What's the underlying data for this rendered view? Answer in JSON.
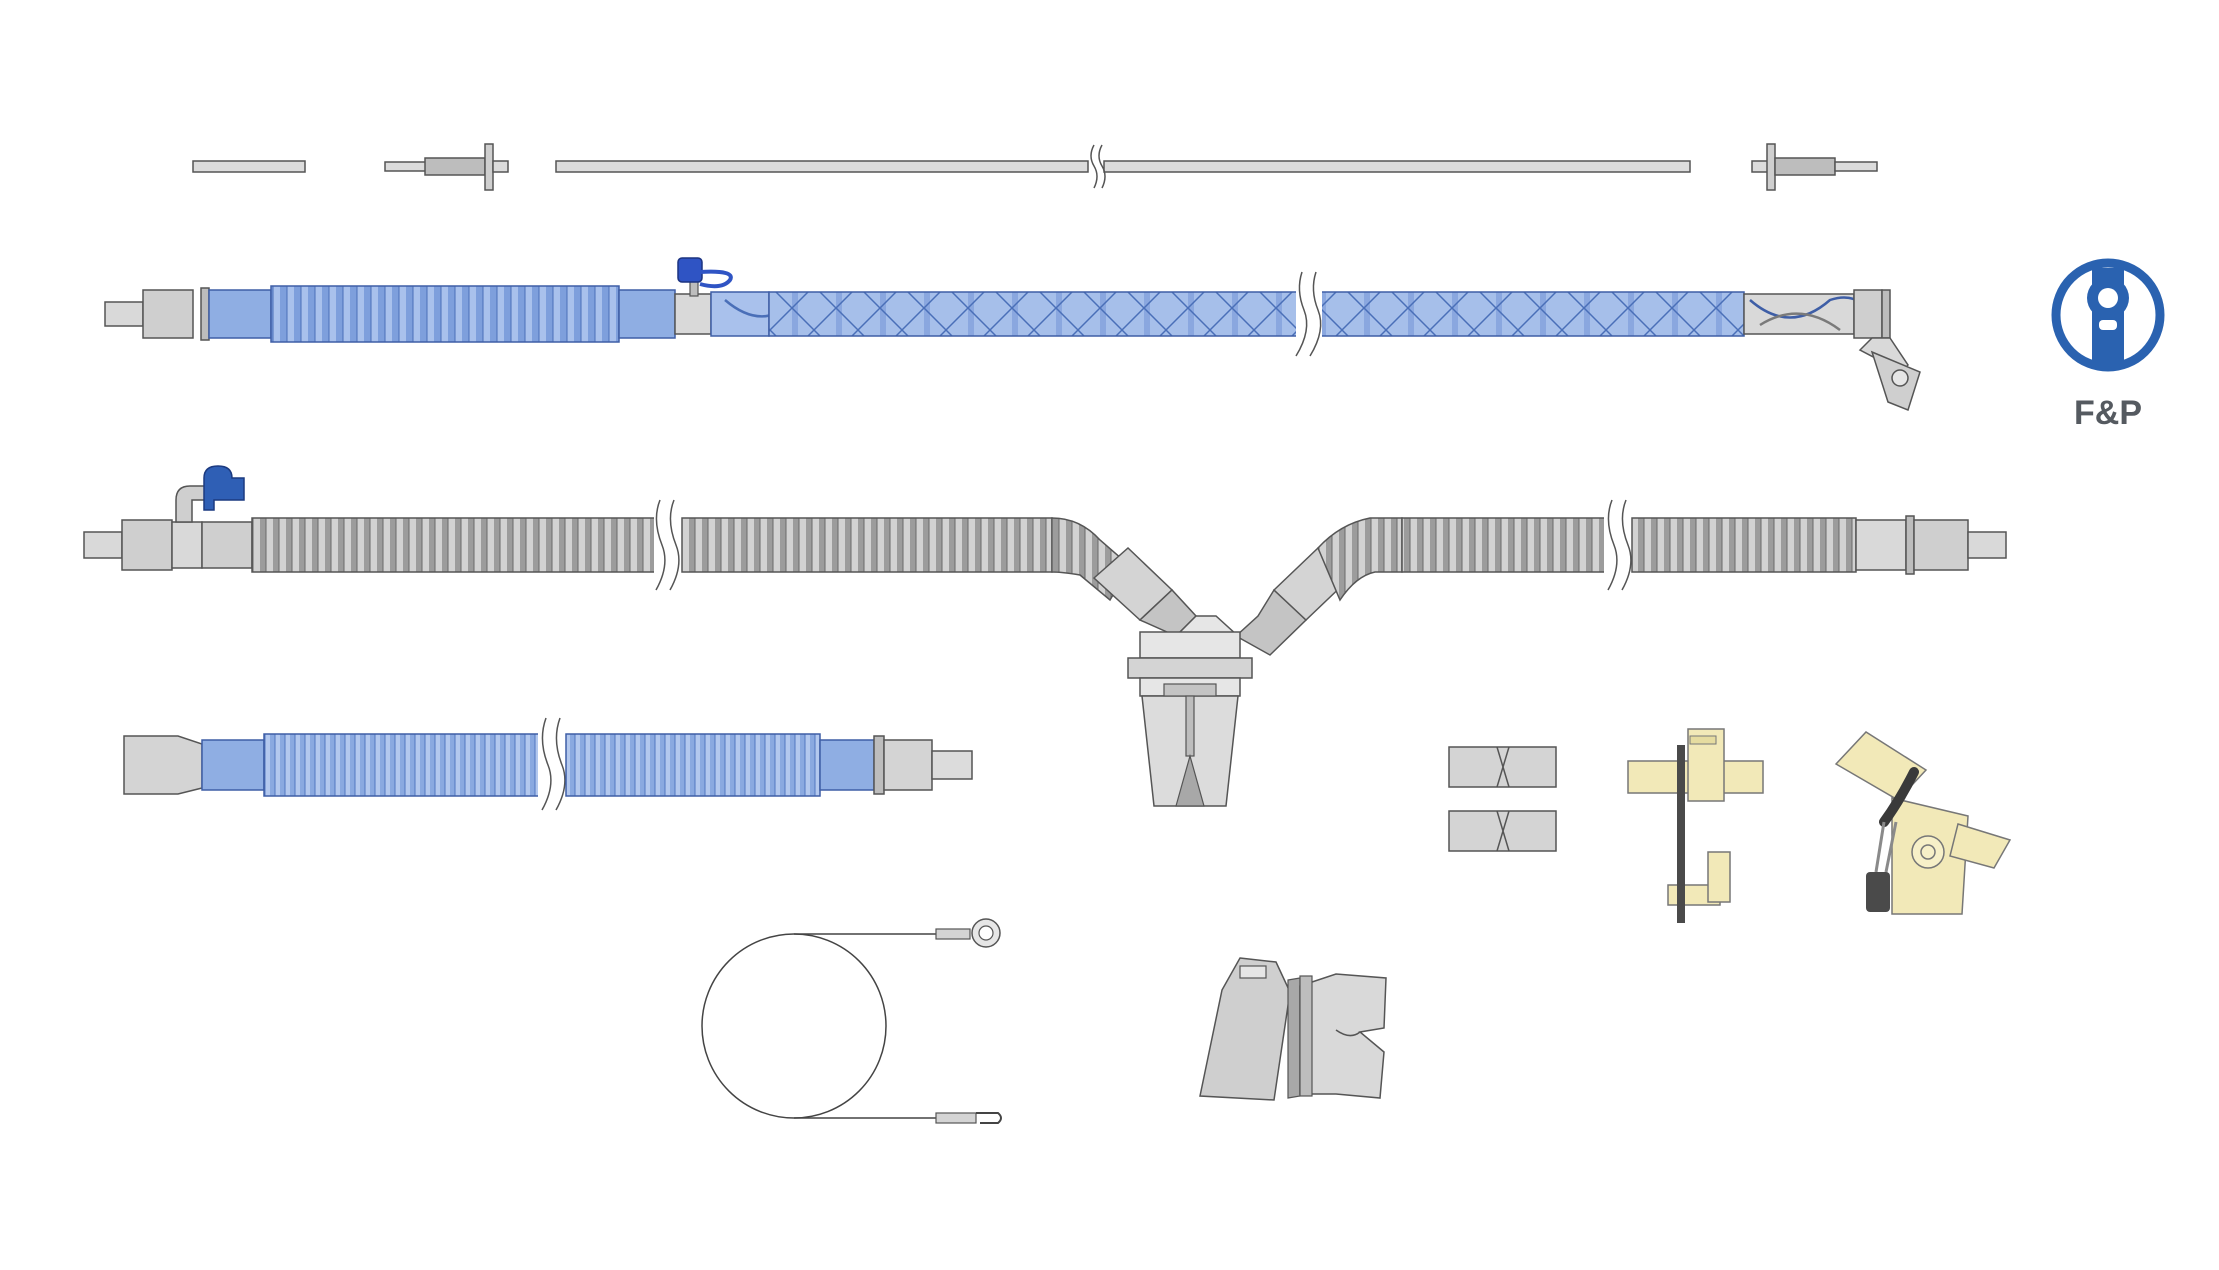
{
  "logo": {
    "text": "F&P",
    "icon": "fp-logo-icon",
    "color": "#2a62b0"
  },
  "colors": {
    "tube_blue": "#8faee3",
    "tube_blue_dark": "#5c7fc4",
    "tube_grey": "#bdbdbd",
    "tube_grey_dark": "#8a8a8a",
    "connector_grey": "#d9d9d9",
    "outline": "#4a4a4a",
    "cream": "#f2e9b8",
    "cap_blue": "#2f54c4"
  },
  "components": [
    {
      "name": "short-rod"
    },
    {
      "name": "flanged-rod-left"
    },
    {
      "name": "long-heater-rod"
    },
    {
      "name": "flanged-rod-right"
    },
    {
      "name": "heated-inspiratory-limb"
    },
    {
      "name": "expiratory-wye-circuit"
    },
    {
      "name": "humidifier-chamber-feed-tube"
    },
    {
      "name": "humidification-chamber"
    },
    {
      "name": "straight-adapters"
    },
    {
      "name": "temperature-probe-adapter"
    },
    {
      "name": "angled-probe-adapter"
    },
    {
      "name": "wire-loop"
    },
    {
      "name": "patient-wye-elbow"
    }
  ]
}
